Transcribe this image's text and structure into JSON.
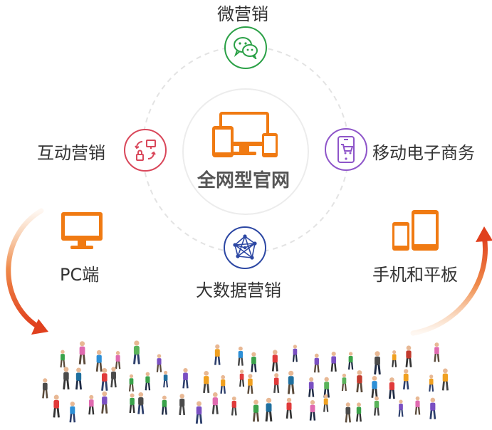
{
  "center": {
    "label": "全网型官网"
  },
  "nodes": {
    "wechat": {
      "label": "微营销"
    },
    "interactive": {
      "label": "互动营销"
    },
    "mobile_commerce": {
      "label": "移动电子商务"
    },
    "big_data": {
      "label": "大数据营销"
    },
    "pc": {
      "label": "PC端"
    },
    "mobile_tablet": {
      "label": "手机和平板"
    }
  },
  "colors": {
    "wechat": "#2aa046",
    "interactive": "#d9475a",
    "mobile_commerce": "#8e55c9",
    "big_data": "#2c47a3",
    "orange": "#f07a12",
    "ring": "#e5e5e5",
    "crowd": "people-crowd"
  }
}
